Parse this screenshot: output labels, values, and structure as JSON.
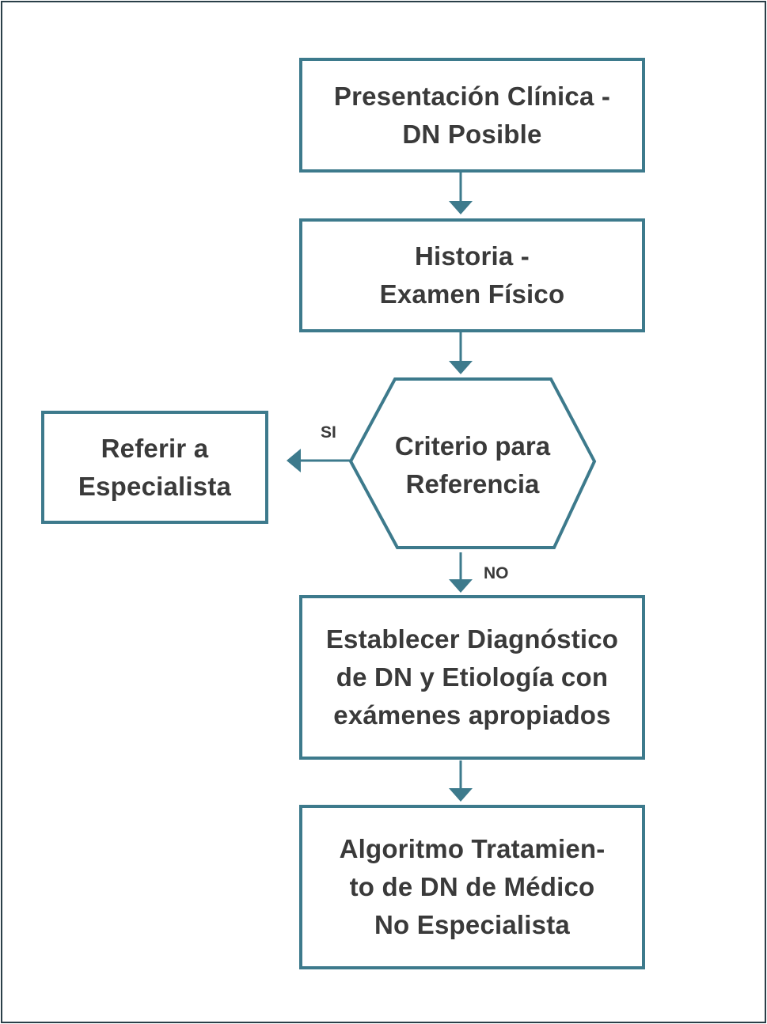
{
  "diagram": {
    "colors": {
      "box_border": "#3d7a8c",
      "arrow": "#3d7a8c",
      "text": "#3a3a3a",
      "outer_frame": "#2a3f48"
    },
    "nodes": {
      "presentacion": {
        "shape": "rectangle",
        "lines": [
          "Presentación Clínica -",
          "DN Posible"
        ]
      },
      "historia": {
        "shape": "rectangle",
        "lines": [
          "Historia -",
          "Examen Físico"
        ]
      },
      "criterio": {
        "shape": "hexagon",
        "lines": [
          "Criterio para",
          "Referencia"
        ]
      },
      "referir": {
        "shape": "rectangle",
        "lines": [
          "Referir a",
          "Especialista"
        ]
      },
      "establecer": {
        "shape": "rectangle",
        "lines": [
          "Establecer Diagnóstico",
          "de DN y Etiología con",
          "exámenes apropiados"
        ]
      },
      "algoritmo": {
        "shape": "rectangle",
        "lines": [
          "Algoritmo Tratamien-",
          "to de DN de Médico",
          "No Especialista"
        ]
      }
    },
    "edges": [
      {
        "from": "presentacion",
        "to": "historia",
        "label": ""
      },
      {
        "from": "historia",
        "to": "criterio",
        "label": ""
      },
      {
        "from": "criterio",
        "to": "referir",
        "label": "SI"
      },
      {
        "from": "criterio",
        "to": "establecer",
        "label": "NO"
      },
      {
        "from": "establecer",
        "to": "algoritmo",
        "label": ""
      }
    ]
  }
}
